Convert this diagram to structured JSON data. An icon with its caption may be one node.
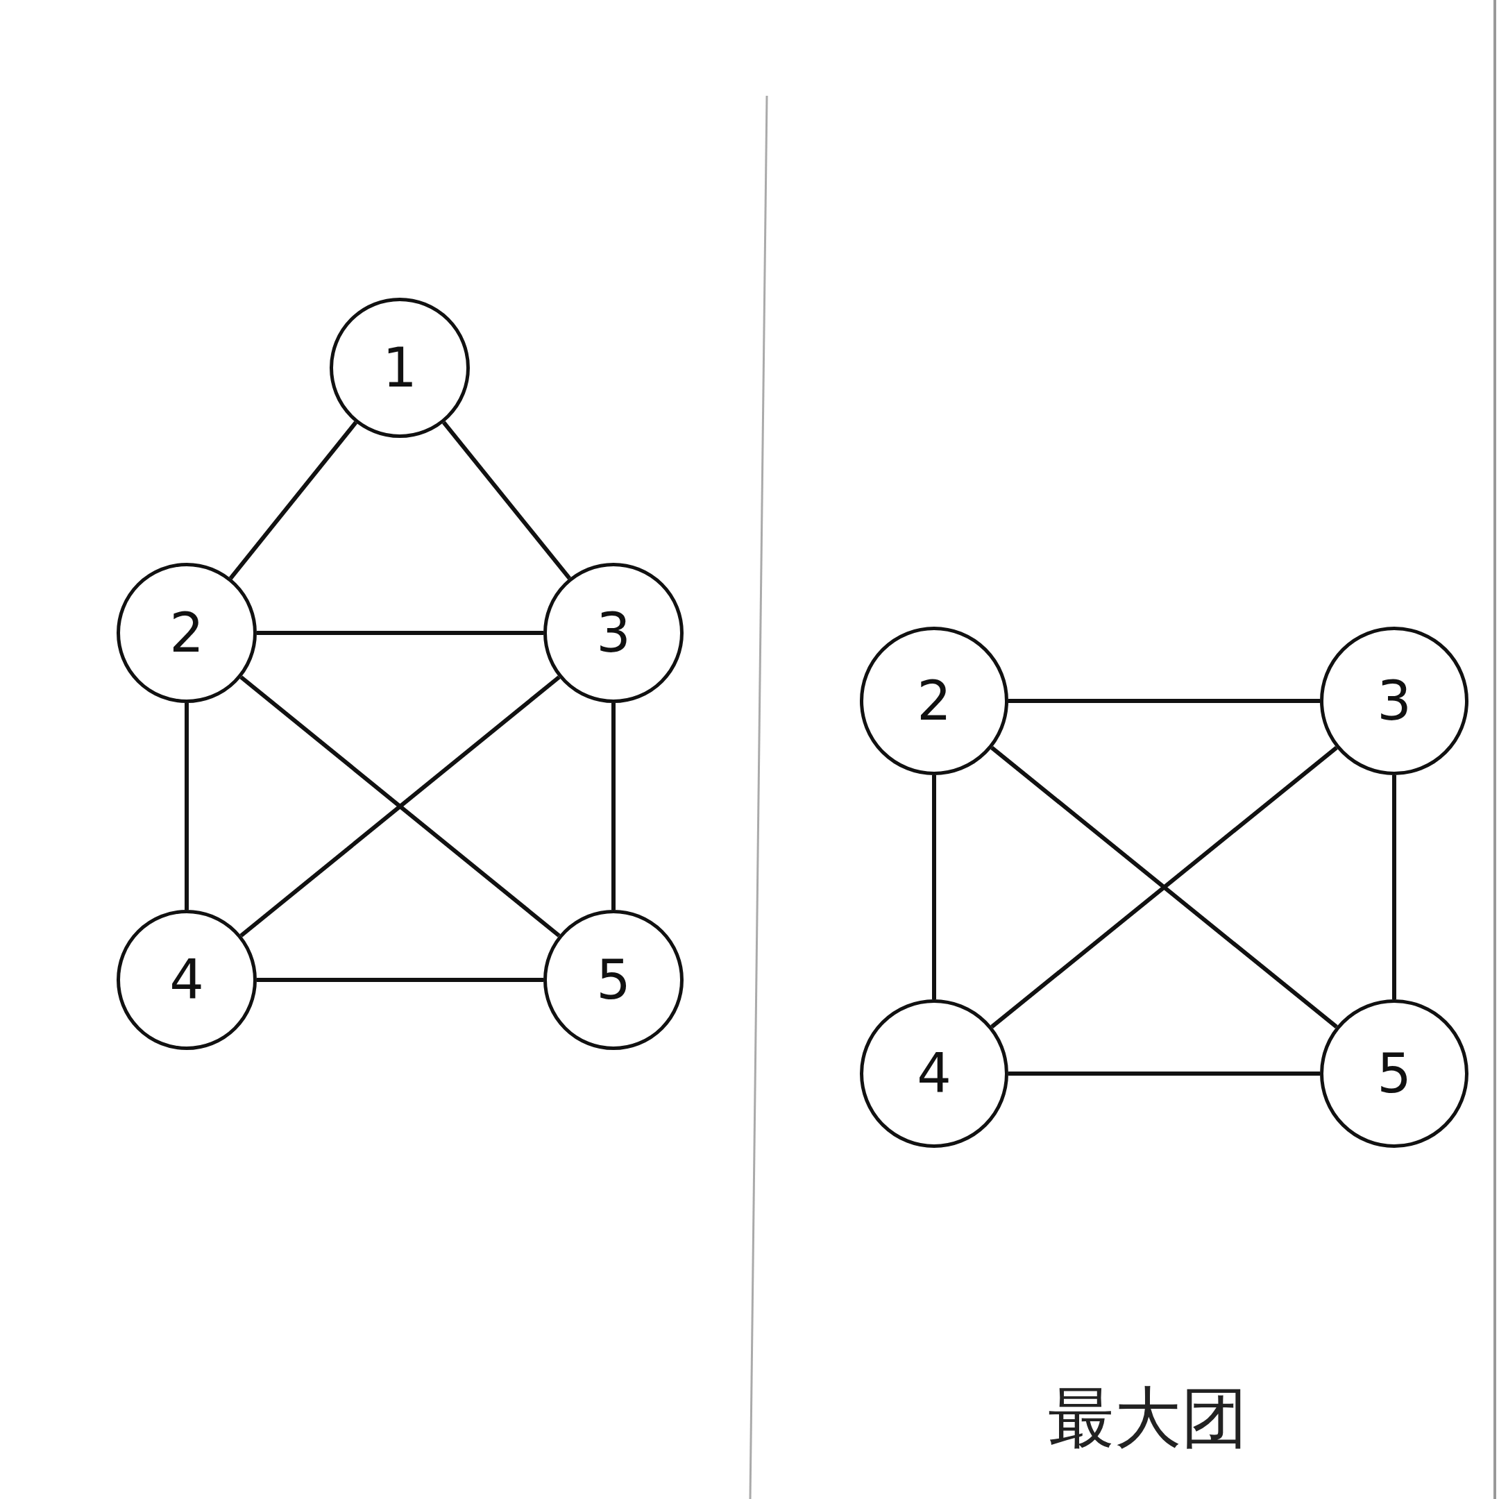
{
  "diagram": {
    "nodes": [
      {
        "text": [
          "1"
        ]
      },
      {
        "text": [
          "2"
        ]
      },
      {
        "text": [
          "3"
        ]
      },
      {
        "text": [
          "4"
        ]
      },
      {
        "text": [
          "5"
        ]
      },
      {
        "text": [
          "2"
        ]
      },
      {
        "text": [
          "3"
        ]
      },
      {
        "text": [
          "4"
        ]
      },
      {
        "text": [
          "5"
        ]
      }
    ],
    "edges": [
      {
        "from": 0,
        "to": 1,
        "arrow": "none"
      },
      {
        "from": 0,
        "to": 2,
        "arrow": "none"
      },
      {
        "from": 1,
        "to": 2,
        "arrow": "none"
      },
      {
        "from": 1,
        "to": 3,
        "arrow": "none"
      },
      {
        "from": 1,
        "to": 4,
        "arrow": "none"
      },
      {
        "from": 2,
        "to": 3,
        "arrow": "none"
      },
      {
        "from": 2,
        "to": 4,
        "arrow": "none"
      },
      {
        "from": 3,
        "to": 4,
        "arrow": "none"
      },
      {
        "from": 5,
        "to": 6,
        "arrow": "none"
      },
      {
        "from": 5,
        "to": 7,
        "arrow": "none"
      },
      {
        "from": 5,
        "to": 8,
        "arrow": "none"
      },
      {
        "from": 6,
        "to": 7,
        "arrow": "none"
      },
      {
        "from": 6,
        "to": 8,
        "arrow": "none"
      },
      {
        "from": 7,
        "to": 8,
        "arrow": "none"
      }
    ],
    "labels": [
      "最大团"
    ]
  }
}
